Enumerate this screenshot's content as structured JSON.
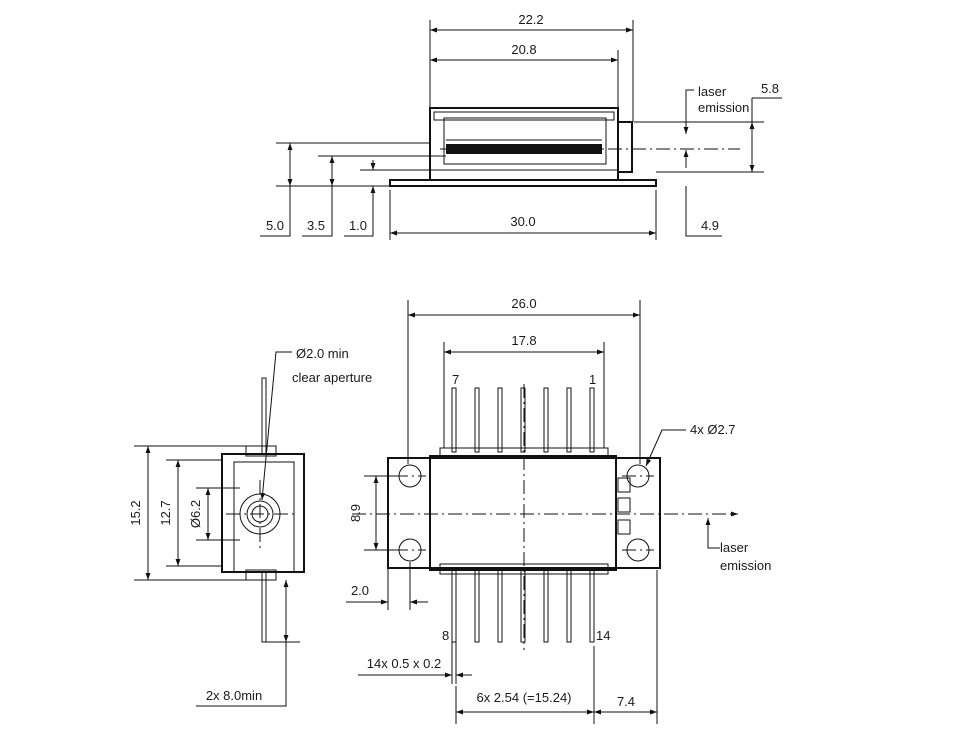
{
  "side_view": {
    "dims": {
      "overall_length": "22.2",
      "body_length": "20.8",
      "emission_height": "5.8",
      "baseplate_length": "30.0",
      "offset_right": "4.9",
      "height_a": "5.0",
      "height_b": "3.5",
      "height_c": "1.0"
    },
    "labels": {
      "laser": "laser",
      "emission": "emission"
    }
  },
  "top_view": {
    "dims": {
      "overall_width": "26.0",
      "pin_span": "17.8",
      "mount_holes": "4x Ø2.7",
      "height": "8.9",
      "edge_offset": "2.0",
      "pin_size": "14x 0.5 x 0.2",
      "pin_pitch": "6x 2.54 (=15.24)",
      "right_offset": "7.4"
    },
    "pins": {
      "top_left": "7",
      "top_right": "1",
      "bottom_left": "8",
      "bottom_right": "14"
    },
    "labels": {
      "laser": "laser",
      "emission": "emission"
    }
  },
  "end_view": {
    "dims": {
      "outer_height": "15.2",
      "body_height": "12.7",
      "window_diameter": "Ø6.2",
      "pin_length": "2x 8.0min"
    },
    "labels": {
      "aperture_line1": "Ø2.0 min",
      "aperture_line2": "clear aperture"
    }
  }
}
